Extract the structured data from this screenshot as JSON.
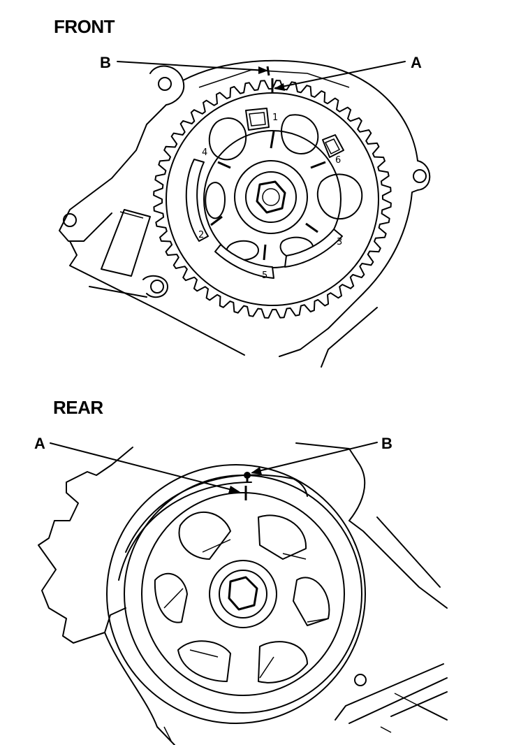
{
  "front": {
    "title": "FRONT",
    "label_a": "A",
    "label_b": "B",
    "hole_numbers": [
      "1",
      "6",
      "3",
      "5",
      "2",
      "4"
    ]
  },
  "rear": {
    "title": "REAR",
    "label_a": "A",
    "label_b": "B"
  }
}
